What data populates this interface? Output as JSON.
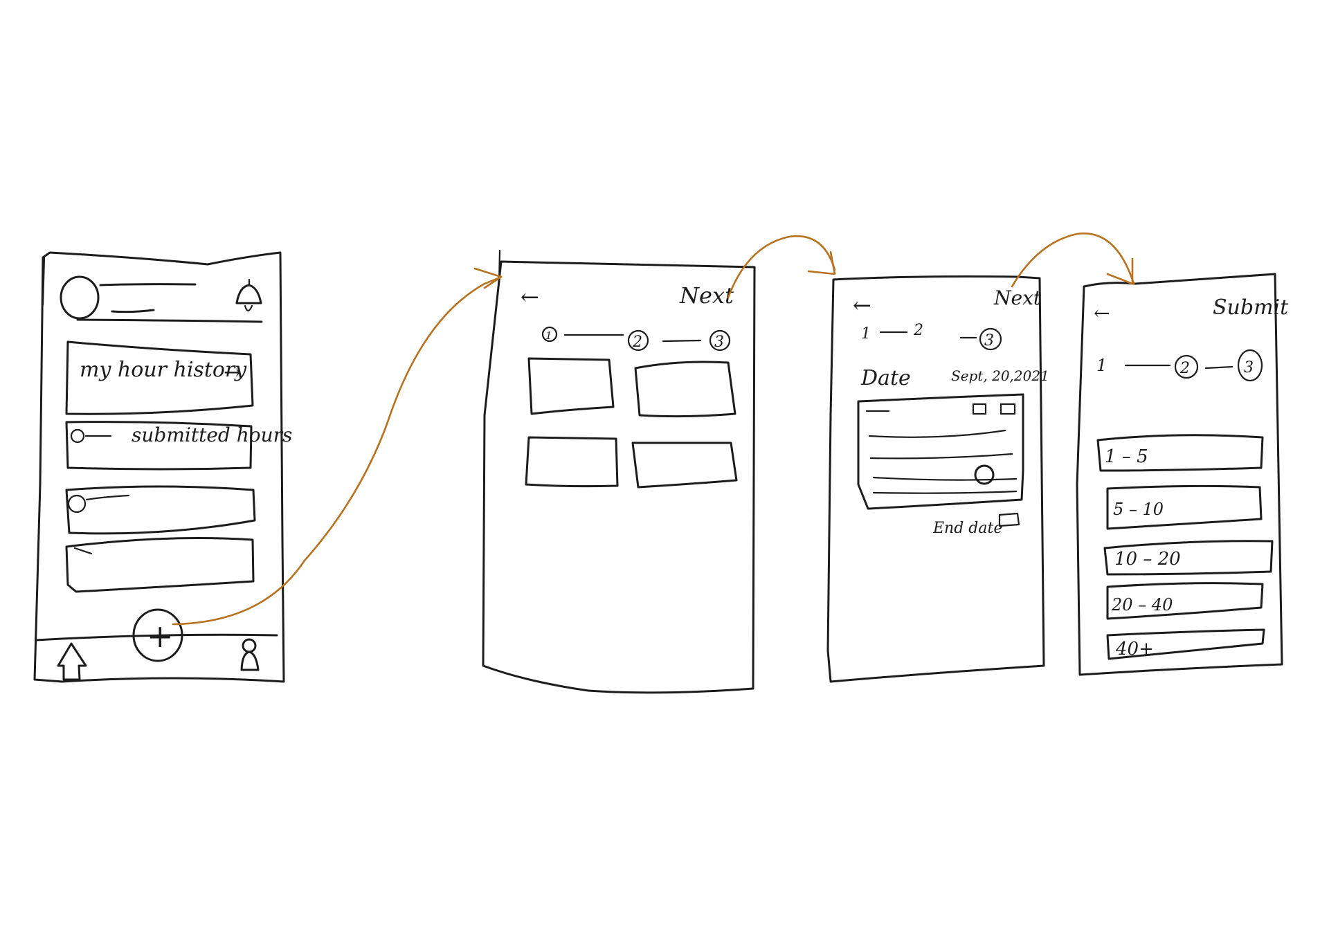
{
  "colors": {
    "ink": "#1c1c1c",
    "flow_arrow": "#b8721f",
    "background": "#ffffff"
  },
  "screen1": {
    "cards": [
      "my hour history",
      "submitted hours"
    ],
    "card_arrow": "→",
    "nav_icons": [
      "bell-icon",
      "home-icon",
      "add-icon",
      "profile-icon"
    ],
    "add_label": "+"
  },
  "screen2": {
    "back_label": "←",
    "action_label": "Next",
    "steps": [
      "1",
      "2",
      "3"
    ]
  },
  "screen3": {
    "back_label": "←",
    "action_label": "Next",
    "steps": [
      "1",
      "2",
      "3"
    ],
    "date_label": "Date",
    "date_value": "Sept, 20,2021",
    "end_date_label": "End date"
  },
  "screen4": {
    "back_label": "←",
    "action_label": "Submit",
    "steps": [
      "1",
      "2",
      "3"
    ],
    "options": [
      "1 – 5",
      "5 – 10",
      "10 – 20",
      "20 – 40",
      "40+"
    ]
  }
}
